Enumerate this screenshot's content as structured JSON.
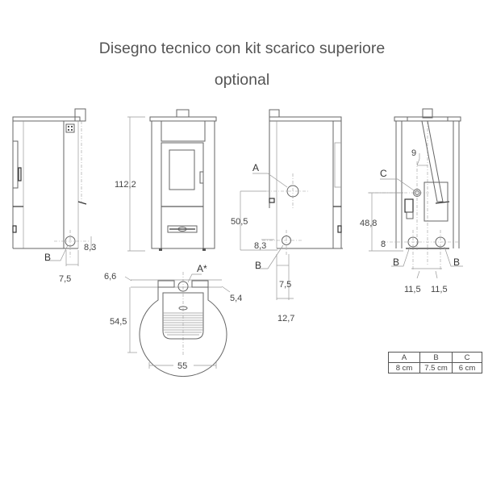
{
  "title": {
    "line1": "Disegno tecnico con kit scarico superiore",
    "line2": "optional"
  },
  "views": {
    "side_left": {
      "dims": {
        "outlet_height": "8,3",
        "outlet_offset": "7,5"
      },
      "labels": {
        "b": "B"
      }
    },
    "front": {
      "dims": {
        "height": "112,2"
      }
    },
    "side_right": {
      "dims": {
        "outlet_a_height": "50,5",
        "outlet_b_height": "8,3",
        "outlet_b_offset": "7,5",
        "depth_offset": "12,7"
      },
      "labels": {
        "a": "A",
        "b": "B"
      }
    },
    "rear": {
      "dims": {
        "c_height": "48,8",
        "b_height": "8",
        "c_offset": "9",
        "b_left_offset": "11,5",
        "b_right_offset": "11,5"
      },
      "labels": {
        "c": "C",
        "b_left": "B",
        "b_right": "B"
      }
    },
    "top": {
      "dims": {
        "top_offset": "6,6",
        "right_offset": "5,4",
        "depth": "54,5",
        "width": "55"
      },
      "labels": {
        "a_star": "A*"
      }
    }
  },
  "legend": {
    "headers": [
      "A",
      "B",
      "C"
    ],
    "values": [
      "8 cm",
      "7.5 cm",
      "6 cm"
    ]
  },
  "colors": {
    "title": "#555555",
    "lines": "#666666",
    "background": "#ffffff"
  }
}
